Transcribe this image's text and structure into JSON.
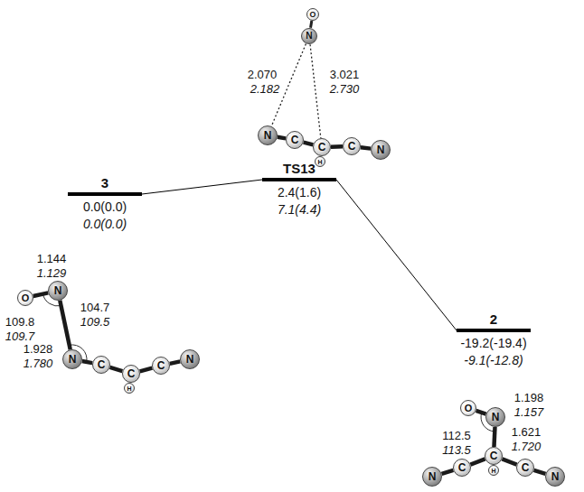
{
  "diagram": {
    "nodes": [
      {
        "text": [
          "O"
        ]
      },
      {
        "text": [
          "N"
        ]
      },
      {
        "text": [
          "N"
        ]
      },
      {
        "text": [
          "C"
        ]
      },
      {
        "text": [
          "C"
        ]
      },
      {
        "text": [
          "H"
        ]
      },
      {
        "text": [
          "C"
        ]
      },
      {
        "text": [
          "N"
        ]
      },
      {
        "text": [
          "3",
          "0.0(0.0)",
          "0.0(0.0)"
        ]
      },
      {
        "text": [
          "TS13",
          "2.4(1.6)",
          "7.1(4.4)"
        ]
      },
      {
        "text": [
          "2",
          "-19.2(-19.4)",
          "-9.1(-12.8)"
        ]
      },
      {
        "text": [
          "O"
        ]
      },
      {
        "text": [
          "N"
        ]
      },
      {
        "text": [
          "N"
        ]
      },
      {
        "text": [
          "C"
        ]
      },
      {
        "text": [
          "C"
        ]
      },
      {
        "text": [
          "H"
        ]
      },
      {
        "text": [
          "C"
        ]
      },
      {
        "text": [
          "N"
        ]
      },
      {
        "text": [
          "O"
        ]
      },
      {
        "text": [
          "N"
        ]
      },
      {
        "text": [
          "N"
        ]
      },
      {
        "text": [
          "C"
        ]
      },
      {
        "text": [
          "C"
        ]
      },
      {
        "text": [
          "H"
        ]
      },
      {
        "text": [
          "C"
        ]
      },
      {
        "text": [
          "N"
        ]
      }
    ],
    "edges": [
      {
        "from": 0,
        "to": 1,
        "arrow": "none"
      },
      {
        "from": 1,
        "to": 2,
        "arrow": "none"
      },
      {
        "from": 1,
        "to": 4,
        "arrow": "none"
      },
      {
        "from": 2,
        "to": 3,
        "arrow": "none"
      },
      {
        "from": 3,
        "to": 4,
        "arrow": "none"
      },
      {
        "from": 4,
        "to": 5,
        "arrow": "none"
      },
      {
        "from": 4,
        "to": 6,
        "arrow": "none"
      },
      {
        "from": 6,
        "to": 7,
        "arrow": "none"
      },
      {
        "from": 8,
        "to": 9,
        "arrow": "none"
      },
      {
        "from": 9,
        "to": 10,
        "arrow": "none"
      },
      {
        "from": 11,
        "to": 12,
        "arrow": "none"
      },
      {
        "from": 12,
        "to": 13,
        "arrow": "none"
      },
      {
        "from": 13,
        "to": 14,
        "arrow": "none"
      },
      {
        "from": 14,
        "to": 15,
        "arrow": "none"
      },
      {
        "from": 15,
        "to": 16,
        "arrow": "none"
      },
      {
        "from": 15,
        "to": 17,
        "arrow": "none"
      },
      {
        "from": 17,
        "to": 18,
        "arrow": "none"
      },
      {
        "from": 19,
        "to": 20,
        "arrow": "none"
      },
      {
        "from": 20,
        "to": 23,
        "arrow": "none"
      },
      {
        "from": 21,
        "to": 22,
        "arrow": "none"
      },
      {
        "from": 22,
        "to": 23,
        "arrow": "none"
      },
      {
        "from": 23,
        "to": 24,
        "arrow": "none"
      },
      {
        "from": 23,
        "to": 25,
        "arrow": "none"
      },
      {
        "from": 25,
        "to": 26,
        "arrow": "none"
      }
    ],
    "labels": [
      "2.070",
      "2.182",
      "3.021",
      "2.730",
      "1.144",
      "1.129",
      "109.8",
      "109.7",
      "104.7",
      "109.5",
      "1.928",
      "1.780",
      "1.198",
      "1.157",
      "112.5",
      "113.5",
      "1.621",
      "1.720"
    ]
  }
}
